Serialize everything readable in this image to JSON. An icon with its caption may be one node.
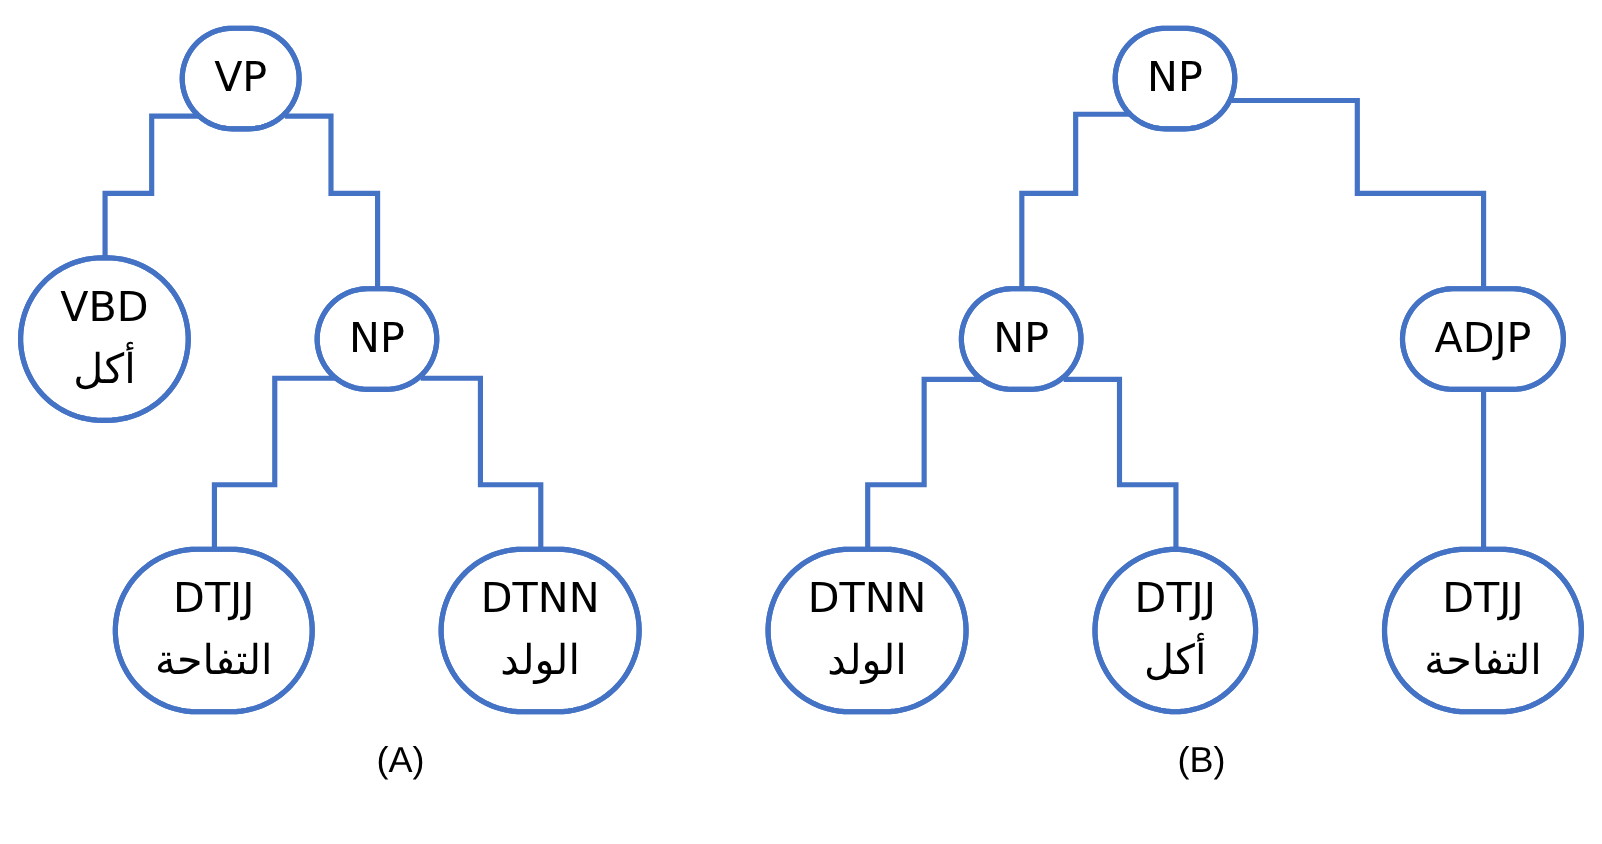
{
  "diagram": {
    "nodes": [
      {
        "text": [
          "VP"
        ]
      },
      {
        "text": [
          "VBD",
          "أكل"
        ]
      },
      {
        "text": [
          "NP"
        ]
      },
      {
        "text": [
          "DTJJ",
          "التفاحة"
        ]
      },
      {
        "text": [
          "DTNN",
          "الولد"
        ]
      },
      {
        "text": [
          "NP"
        ]
      },
      {
        "text": [
          "NP"
        ]
      },
      {
        "text": [
          "ADJP"
        ]
      },
      {
        "text": [
          "DTNN",
          "الولد"
        ]
      },
      {
        "text": [
          "DTJJ",
          "أكل"
        ]
      },
      {
        "text": [
          "DTJJ",
          "التفاحة"
        ]
      }
    ],
    "edges": [
      {
        "from": 0,
        "to": 1,
        "arrow": "none"
      },
      {
        "from": 0,
        "to": 2,
        "arrow": "none"
      },
      {
        "from": 2,
        "to": 3,
        "arrow": "none"
      },
      {
        "from": 2,
        "to": 4,
        "arrow": "none"
      },
      {
        "from": 5,
        "to": 6,
        "arrow": "none"
      },
      {
        "from": 5,
        "to": 7,
        "arrow": "none"
      },
      {
        "from": 6,
        "to": 8,
        "arrow": "none"
      },
      {
        "from": 6,
        "to": 9,
        "arrow": "none"
      },
      {
        "from": 7,
        "to": 10,
        "arrow": "none"
      }
    ],
    "labels": [
      "(A)",
      "(B)"
    ]
  }
}
